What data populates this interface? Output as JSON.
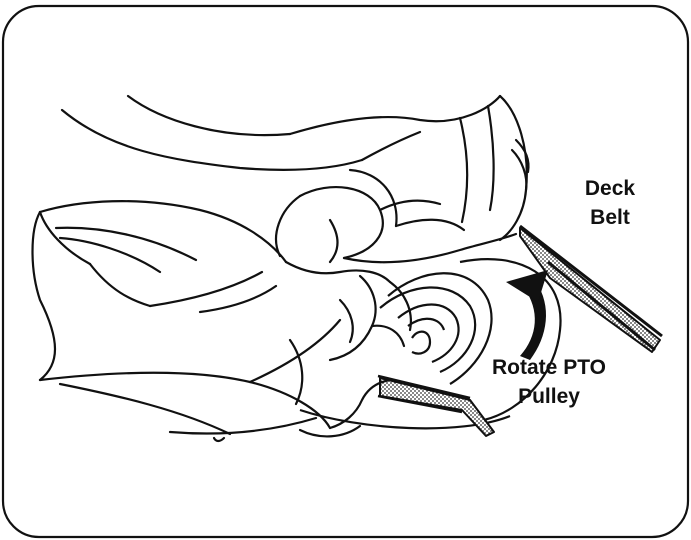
{
  "labels": {
    "deck_belt": [
      "Deck",
      "Belt"
    ],
    "pto_pulley": [
      "Rotate PTO",
      "Pulley"
    ]
  },
  "colors": {
    "line": "#111111",
    "background": "#ffffff",
    "belt_texture": "#333333"
  }
}
